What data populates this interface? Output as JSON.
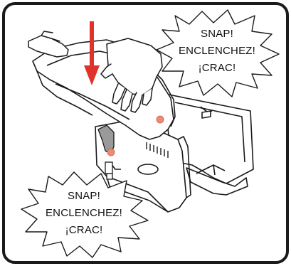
{
  "callouts": {
    "top_right": {
      "line1": "SNAP!",
      "line2": "ENCLENCHEZ!",
      "line3": "¡CRAC!"
    },
    "bottom_left": {
      "line1": "SNAP!",
      "line2": "ENCLENCHEZ!",
      "line3": "¡CRAC!"
    }
  },
  "colors": {
    "frame": "#1a1a1a",
    "arrow": "#e0322b",
    "contact_point": "#f08a78",
    "latch_shade": "#9a9a9a"
  }
}
